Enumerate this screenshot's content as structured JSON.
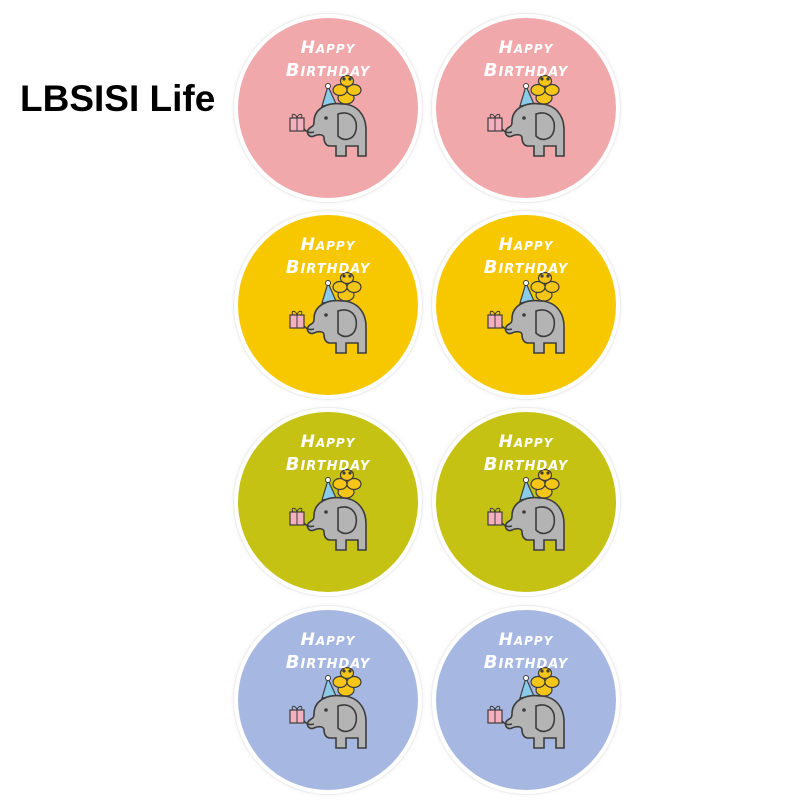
{
  "brand": "LBSISI Life",
  "sticker_text": {
    "line1": "Happy",
    "line2": "Birthday"
  },
  "illustration_icon": "elephant-with-party-hat-and-gift-icon",
  "stickers": [
    {
      "color": "#f0a8ab"
    },
    {
      "color": "#f0a8ab"
    },
    {
      "color": "#f7c800"
    },
    {
      "color": "#f7c800"
    },
    {
      "color": "#c5c214"
    },
    {
      "color": "#c5c214"
    },
    {
      "color": "#a6b8e2"
    },
    {
      "color": "#a6b8e2"
    }
  ],
  "colors": {
    "elephant_body": "#b4b4b4",
    "outline": "#3c3c3c",
    "gift": "#f4b0be",
    "bird": "#f5c518",
    "hat": "#89cbe9"
  }
}
